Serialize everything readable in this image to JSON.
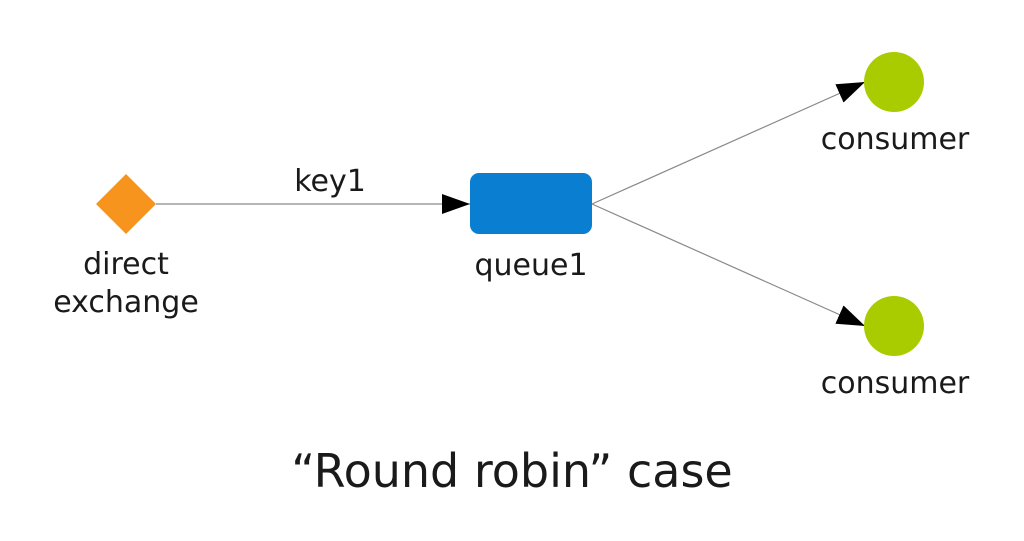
{
  "exchange": {
    "label_line1": "direct",
    "label_line2": "exchange",
    "color": "#F7941D"
  },
  "binding": {
    "key": "key1"
  },
  "queue": {
    "label": "queue1",
    "color": "#0A7FD1"
  },
  "consumers": [
    {
      "label": "consumer",
      "color": "#A8CC00"
    },
    {
      "label": "consumer",
      "color": "#A8CC00"
    }
  ],
  "caption": "“Round robin” case",
  "edge_color": "#8a8a8a",
  "arrow_color": "#000000"
}
